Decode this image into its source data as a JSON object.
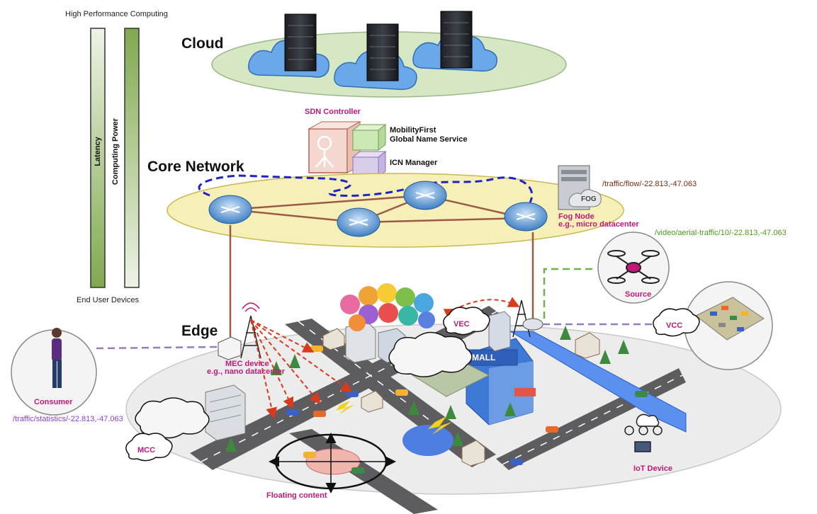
{
  "scale": {
    "top_label": "High Performance Computing",
    "bottom_label": "End User Devices",
    "bar_latency_label": "Latency",
    "bar_computing_label": "Computing Power"
  },
  "layers": {
    "cloud": "Cloud",
    "core": "Core Network",
    "edge": "Edge"
  },
  "core": {
    "sdn_controller": "SDN Controller",
    "mobilityfirst_line1": "MobilityFirst",
    "mobilityfirst_line2": "Global Name Service",
    "icn_manager": "ICN Manager",
    "fog_badge": "FOG",
    "fog_node_line1": "Fog Node",
    "fog_node_line2": "e.g., micro datacenter",
    "traffic_flow_name": "/traffic/flow/-22.813,-47.063"
  },
  "edge": {
    "mec_line1": "MEC device",
    "mec_line2": "e.g., nano datacenter",
    "consumer": "Consumer",
    "consumer_name": "/traffic/statistics/-22.813,-47.063",
    "source": "Source",
    "aerial_name": "/video/aerial-traffic/10/-22.813,-47.063",
    "vec": "VEC",
    "vcc": "VCC",
    "mcc": "MCC",
    "mall": "MALL",
    "iot_device": "IoT Device",
    "floating_content": "Floating content"
  },
  "colors": {
    "cloud_ellipse": "#d6e7c4",
    "core_ellipse": "#f6f0b8",
    "sdn_link": "#1e22c8",
    "physical_link": "#9a5a46",
    "edge_link": "#9a79c4",
    "source_link": "#6fb24a",
    "wireless_arrow": "#d83a1c",
    "accent_pink": "#c2187a",
    "name_green": "#4c9a1a",
    "name_purple": "#8b3fcf",
    "name_brown": "#7a2a10"
  }
}
